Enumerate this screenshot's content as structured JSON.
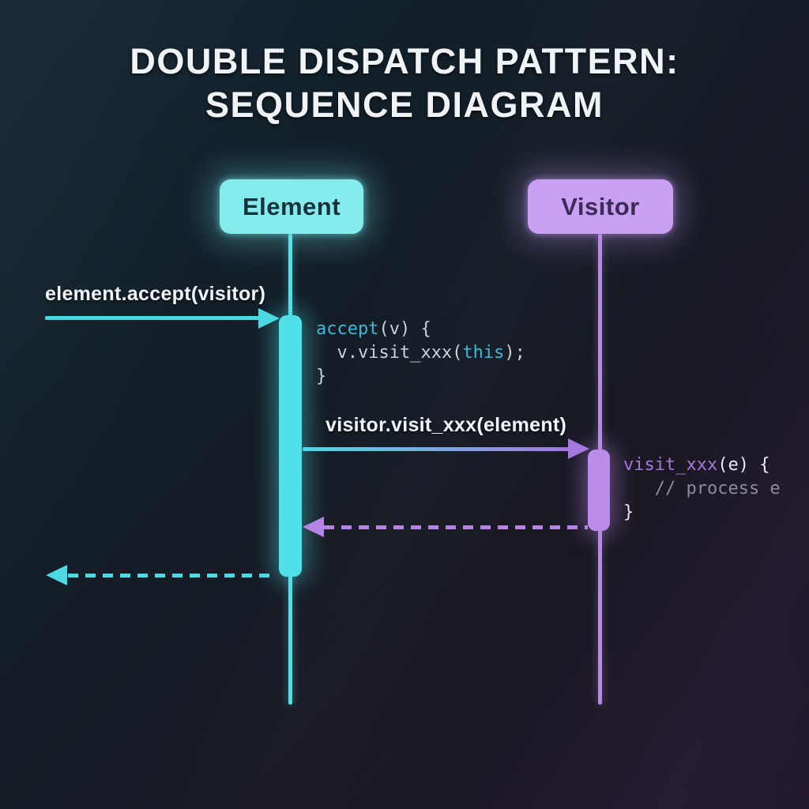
{
  "title": {
    "line1": "DOUBLE DISPATCH PATTERN:",
    "line2": "SEQUENCE DIAGRAM"
  },
  "actors": {
    "element": {
      "label": "Element",
      "color": "#84ecec"
    },
    "visitor": {
      "label": "Visitor",
      "color": "#c9a0f2"
    }
  },
  "messages": {
    "accept": {
      "label": "element.accept(visitor)",
      "style": "solid",
      "color": "#49d7e2"
    },
    "visit": {
      "label": "visitor.visit_xxx(element)",
      "style": "solid-gradient"
    },
    "return_visit": {
      "style": "dashed",
      "color": "#b584e6"
    },
    "return_accept": {
      "style": "dashed",
      "color": "#4cd9e4"
    }
  },
  "code_element": {
    "line1_kw": "accept",
    "line1_rest": "(v) {",
    "line2_pre": "  v.visit_xxx(",
    "line2_kw": "this",
    "line2_post": ");",
    "line3": "}"
  },
  "code_visitor": {
    "line1_kw": "visit_xxx",
    "line1_rest": "(e) {",
    "line2_comment": "   // process e",
    "line3": "}"
  },
  "colors": {
    "accent_cyan": "#4fe0ea",
    "accent_purple": "#bb8ce9",
    "bg_top_left": "#152632",
    "bg_bottom_right": "#241a2d"
  }
}
